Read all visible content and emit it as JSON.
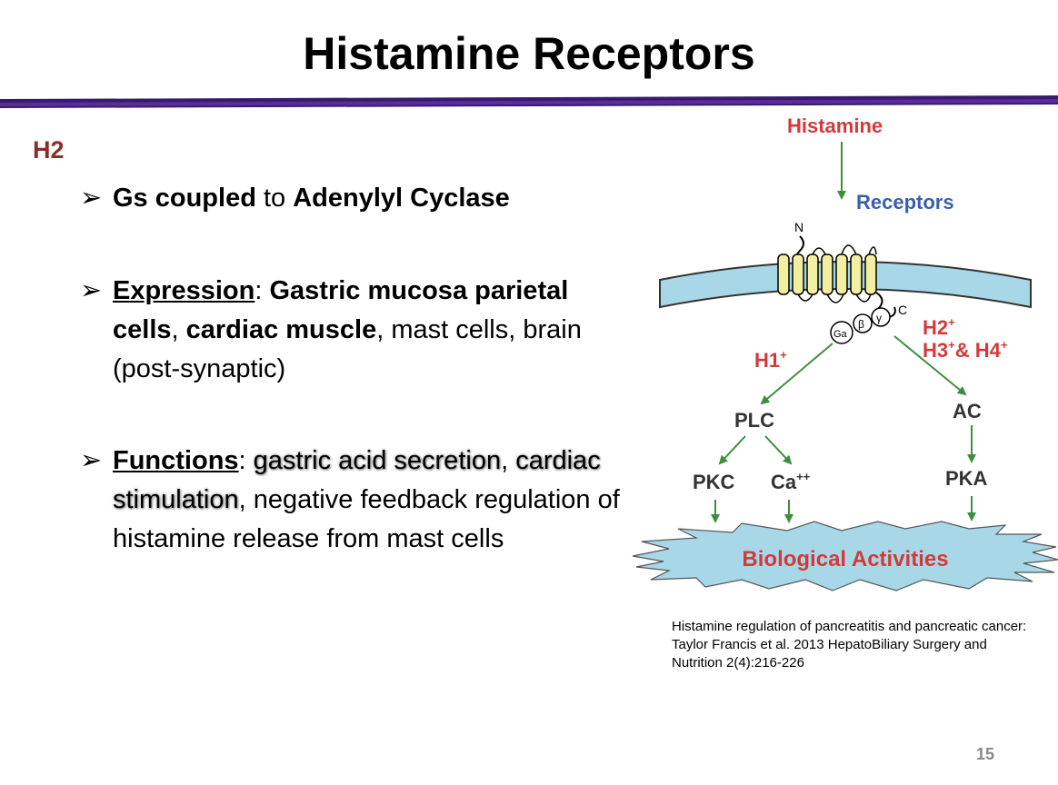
{
  "slide": {
    "title": "Histamine Receptors",
    "section": "H2",
    "page_number": "15"
  },
  "bullets": {
    "marker": "➢",
    "b1": {
      "p1": "Gs coupled",
      "p2": " to ",
      "p3": "Adenylyl Cyclase"
    },
    "b2": {
      "p1": "Expression",
      "p2": ": ",
      "p3": "Gastric mucosa parietal cells",
      "p4": ", ",
      "p5": "cardiac muscle",
      "p6": ", mast cells, brain (post-synaptic)"
    },
    "b3": {
      "p1": "Functions",
      "p2": ": ",
      "p3": "gastric acid secretion",
      "p4": ", ",
      "p5": "cardiac stimulation",
      "p6": ", negative feedback regulation of histamine release from mast cells"
    }
  },
  "diagram": {
    "histamine": "Histamine",
    "receptors": "Receptors",
    "n_label": "N",
    "c_label": "C",
    "ga": "Ga",
    "beta": "β",
    "gamma": "γ",
    "h1": "H1",
    "h1_sup": "+",
    "h2": "H2",
    "h2_sup": "+",
    "h3h4_h3": "H3",
    "h3h4_sup1": "+",
    "h3h4_and": "& H4",
    "h3h4_sup2": "+",
    "plc": "PLC",
    "ac": "AC",
    "pkc": "PKC",
    "ca": "Ca",
    "ca_sup": "++",
    "pka": "PKA",
    "bio": "Biological Activities",
    "colors": {
      "red": "#d23a3a",
      "blue": "#3a5fb0",
      "green": "#3e8e3e",
      "membrane": "#a8d8e8",
      "helix": "#f2f0a0"
    }
  },
  "citation": {
    "line1": "Histamine regulation of pancreatitis and pancreatic cancer:",
    "line2": "Taylor Francis et al. 2013 HepatoBiliary Surgery and",
    "line3": "Nutrition 2(4):216-226"
  }
}
